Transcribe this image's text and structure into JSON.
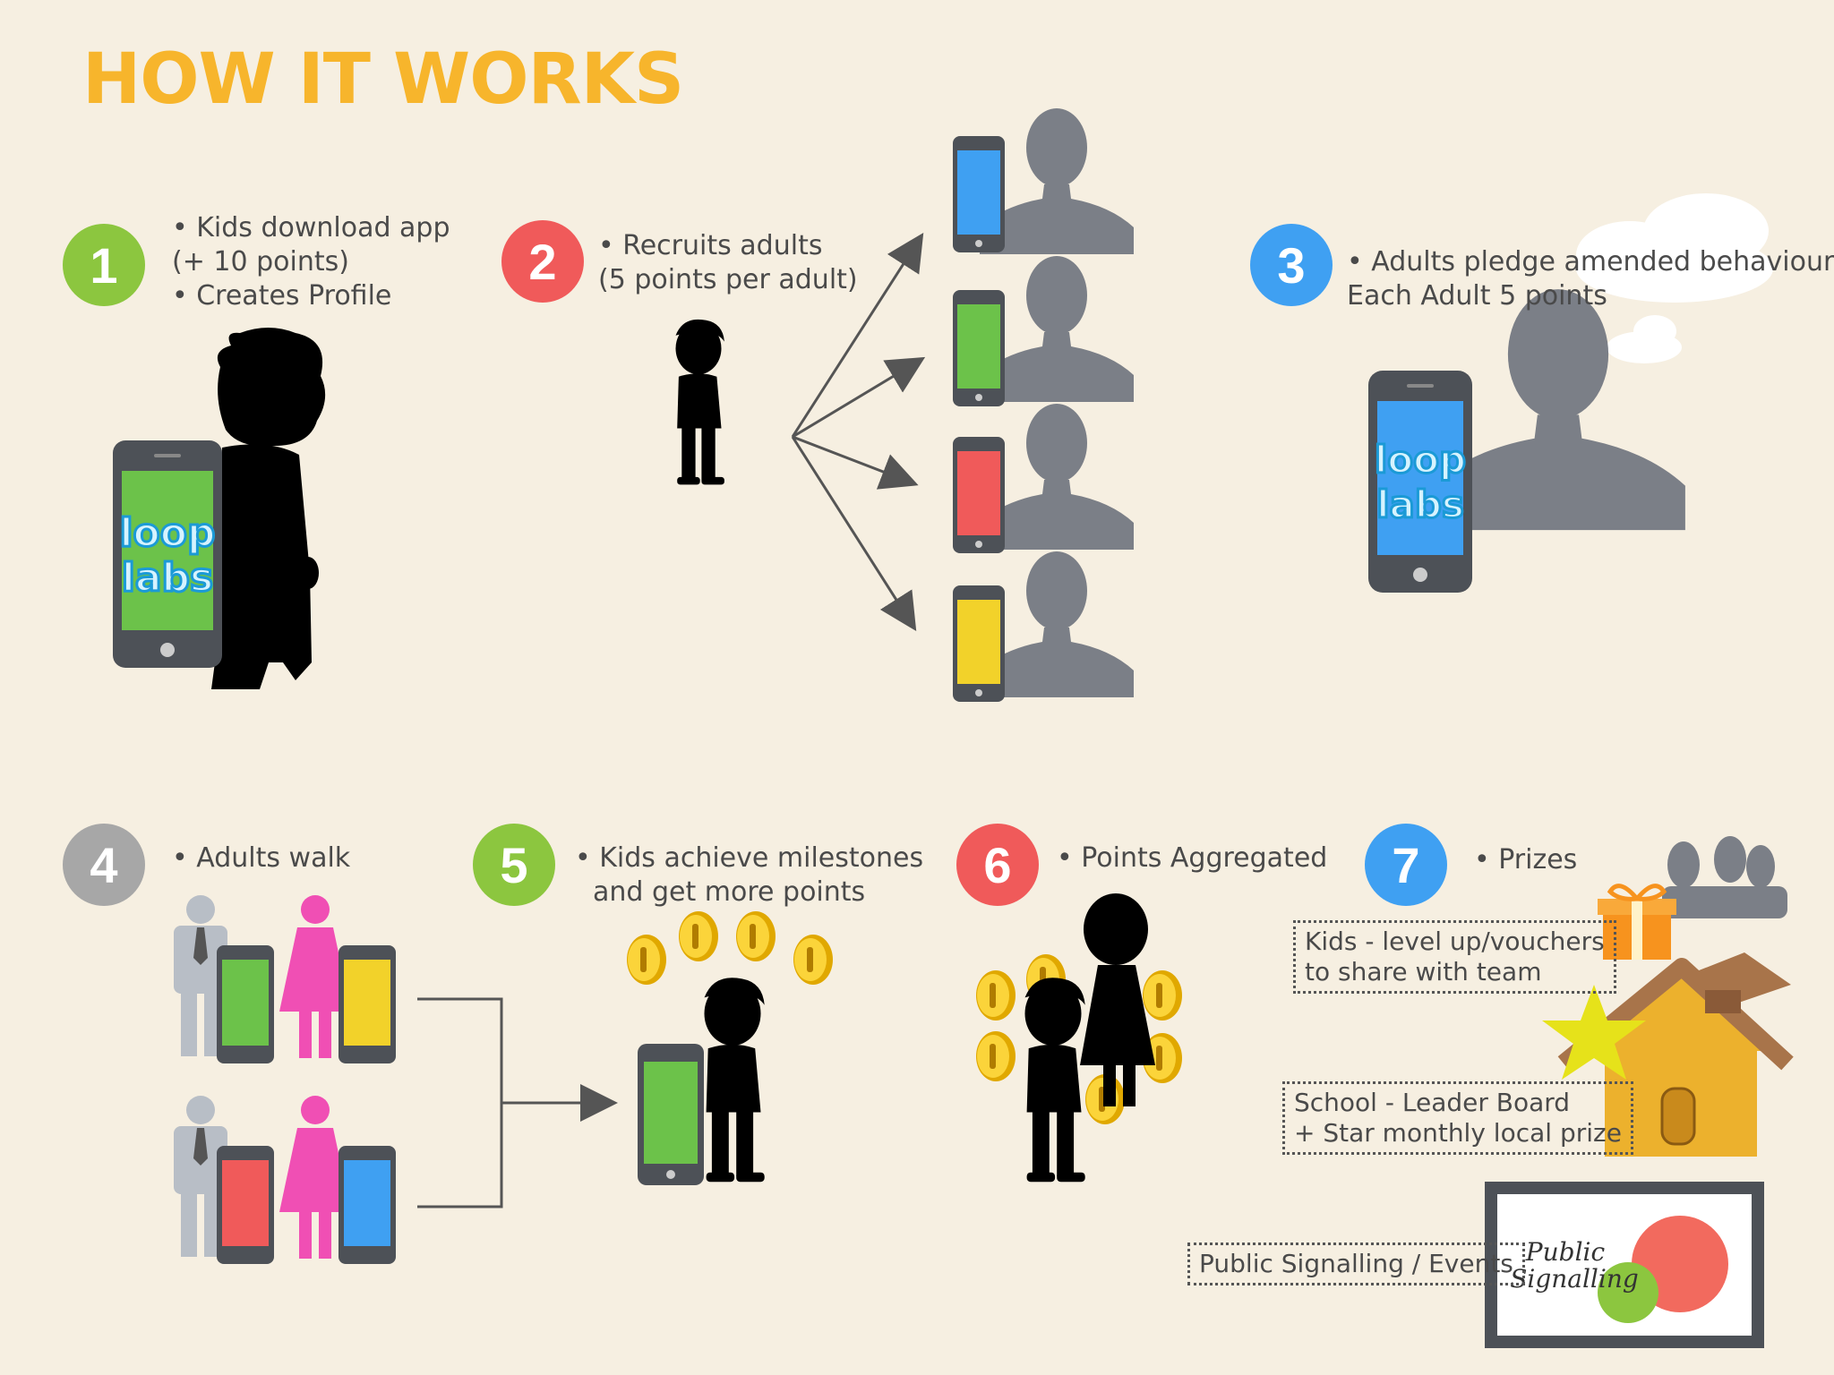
{
  "title": "HOW IT WORKS",
  "colors": {
    "title": "#f7b52c",
    "step1": "#8cc63f",
    "step2": "#f05a5a",
    "step3": "#3fa0f2",
    "step4": "#a7a7a7",
    "step5": "#8cc63f",
    "step6": "#f05a5a",
    "step7": "#3fa0f2",
    "background": "#f6efe1"
  },
  "steps": [
    {
      "number": "1",
      "lines": [
        "• Kids download app",
        "(+ 10 points)",
        "• Creates Profile"
      ]
    },
    {
      "number": "2",
      "lines": [
        "• Recruits adults",
        "(5 points per adult)"
      ]
    },
    {
      "number": "3",
      "lines": [
        "• Adults pledge amended behaviour",
        "Each Adult 5 points"
      ]
    },
    {
      "number": "4",
      "lines": [
        "• Adults walk"
      ]
    },
    {
      "number": "5",
      "lines": [
        "• Kids achieve milestones",
        "and get more points"
      ]
    },
    {
      "number": "6",
      "lines": [
        "• Points Aggregated"
      ]
    },
    {
      "number": "7",
      "lines": [
        "• Prizes"
      ]
    }
  ],
  "prizes": {
    "kids": [
      "Kids - level up/vouchers",
      "to share with team"
    ],
    "school": [
      "School - Leader Board",
      "+ Star monthly local prize"
    ],
    "public": "Public Signalling / Events"
  },
  "sign": {
    "line1": "Public",
    "line2": "Signalling"
  },
  "app_logo": {
    "line1": "loop",
    "line2": "labs"
  },
  "icons": [
    "phone-icon",
    "child-silhouette-icon",
    "adult-silhouette-icon",
    "coin-icon",
    "gift-icon",
    "school-house-icon",
    "star-icon",
    "graduation-cap-icon",
    "cloud-icon",
    "arrow-icon",
    "group-silhouette-icon"
  ]
}
